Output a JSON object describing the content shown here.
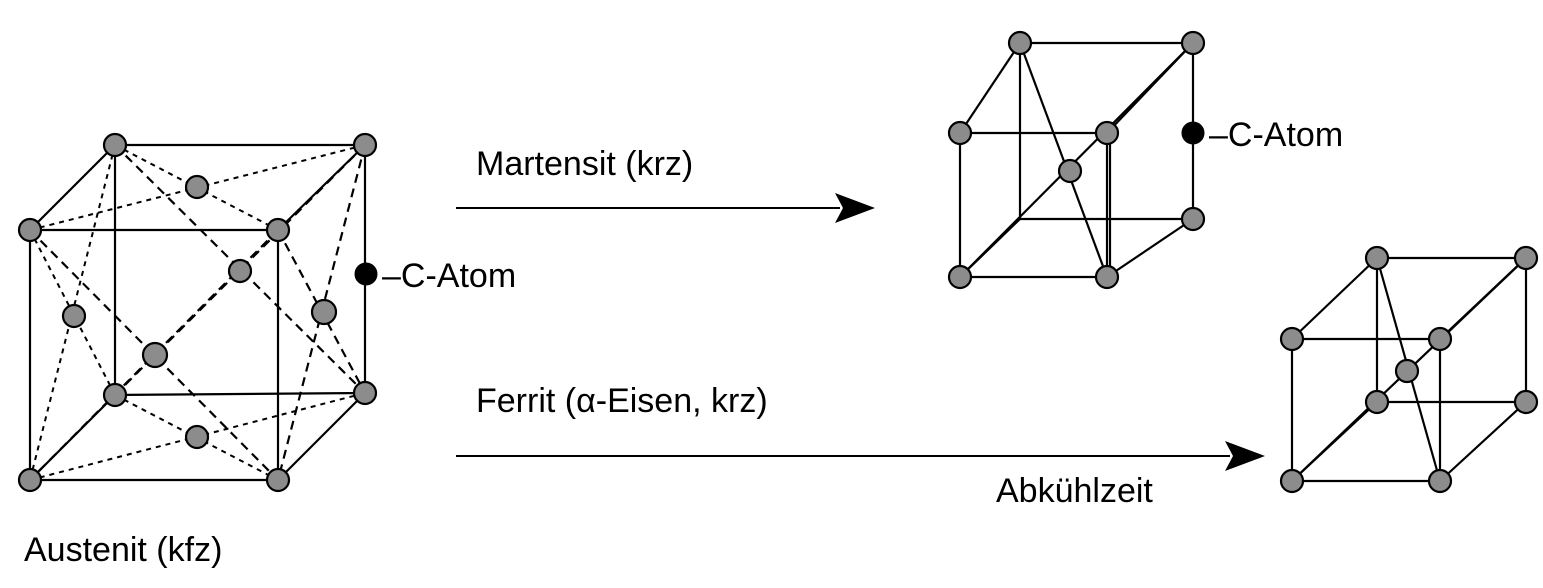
{
  "labels": {
    "austenite": "Austenit (kfz)",
    "martensite": "Martensit (krz)",
    "ferrite": "Ferrit (α-Eisen, krz)",
    "c_atom_austenite": "–C-Atom",
    "c_atom_martensite": "–C-Atom",
    "cooling_time": "Abkühlzeit"
  },
  "colors": {
    "iron_atom": "#8c8c8c",
    "carbon_atom": "#000000",
    "lines": "#000000"
  }
}
